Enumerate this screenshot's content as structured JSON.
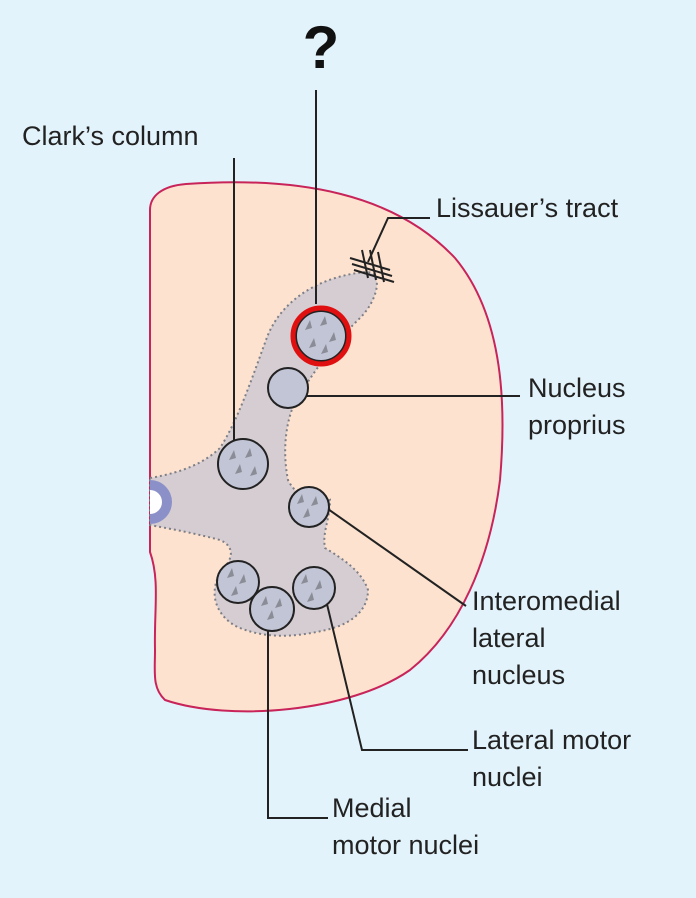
{
  "question_mark": "?",
  "labels": {
    "clarks_column": "Clark’s column",
    "lissauers_tract": "Lissauer’s tract",
    "nucleus_proprius": [
      "Nucleus",
      "proprius"
    ],
    "intermediolateral_nucleus": [
      "Interomedial",
      "lateral",
      "nucleus"
    ],
    "lateral_motor_nuclei": [
      "Lateral motor",
      "nuclei"
    ],
    "medial_motor_nuclei": [
      "Medial",
      "motor nuclei"
    ]
  },
  "colors": {
    "background": "#e3f3fb",
    "white_matter": "#fde3cf",
    "outline": "#c8245a",
    "gray_matter": "#d5cdd2",
    "nucleus_fill": "#c2c5d6",
    "central_canal": "#8c90c8",
    "highlight_circle": "#e01010"
  }
}
